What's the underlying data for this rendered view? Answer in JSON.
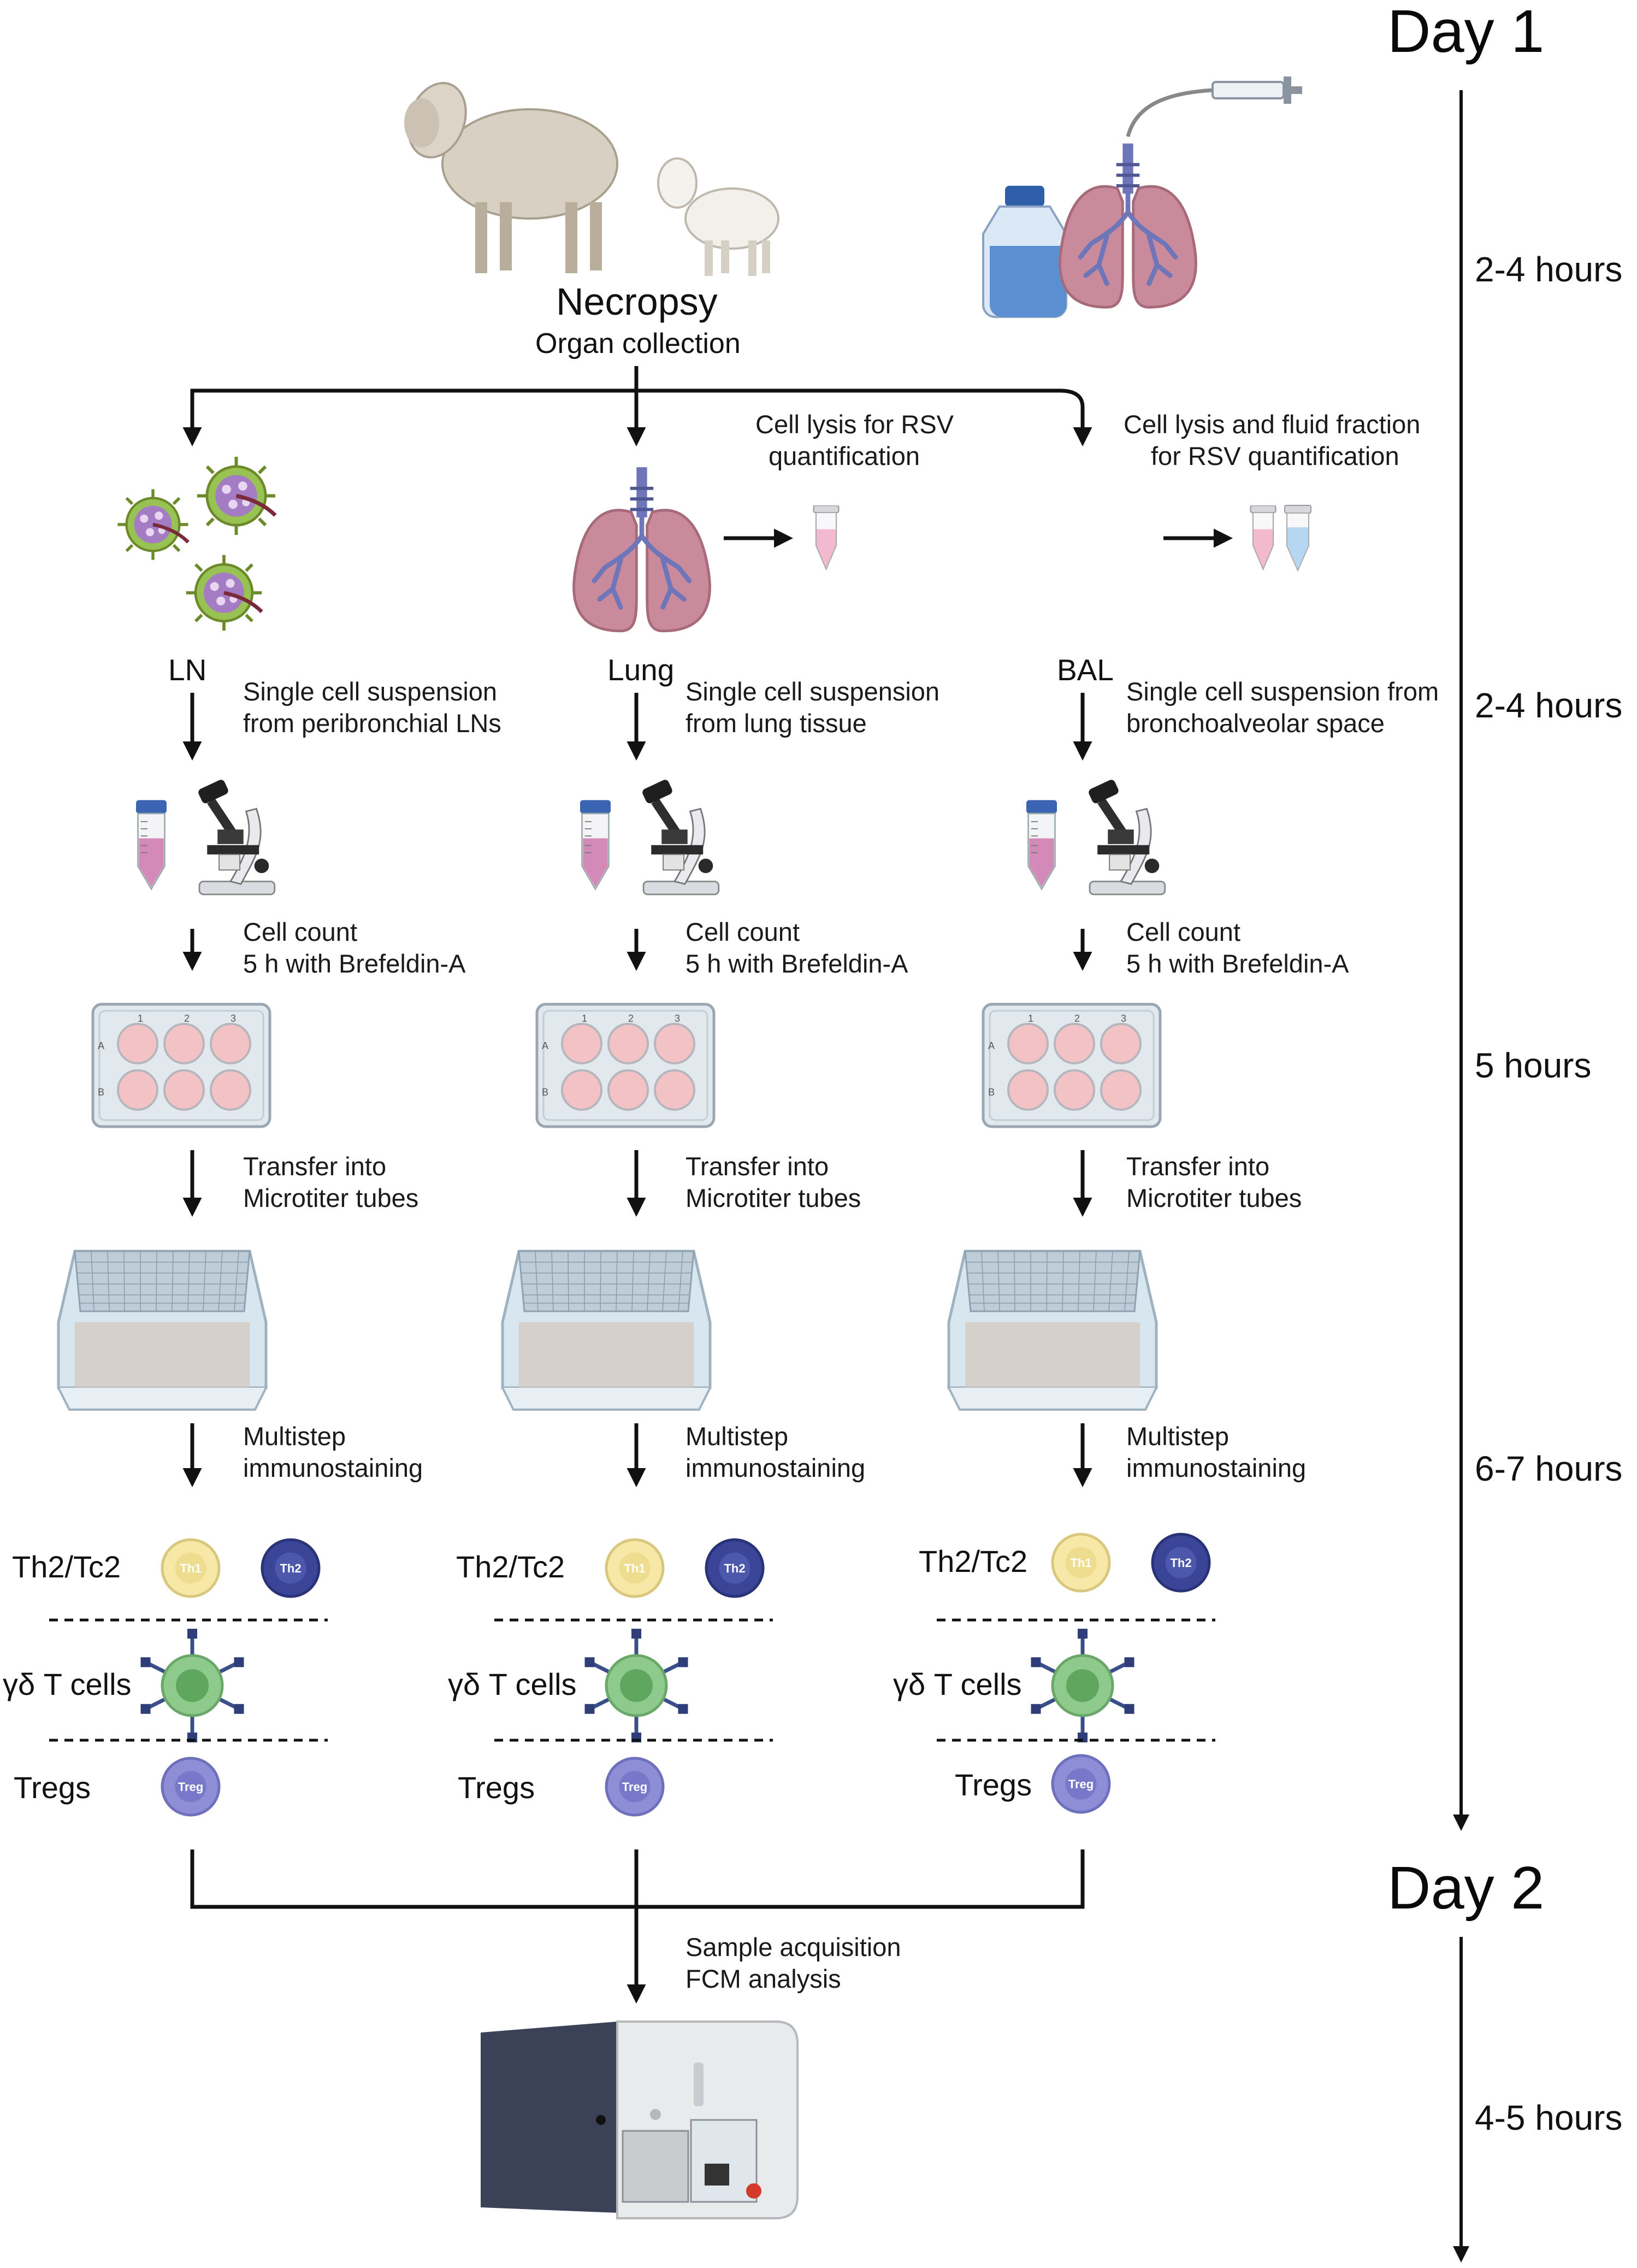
{
  "header": {
    "necropsy_title": "Necropsy",
    "necropsy_subtitle": "Organ collection"
  },
  "days": {
    "day1": "Day 1",
    "day2": "Day 2"
  },
  "timeline": [
    "2-4 hours",
    "2-4 hours",
    "5 hours",
    "6-7 hours",
    "4-5 hours"
  ],
  "rsv": {
    "lung_lysis": "Cell lysis for RSV quantification",
    "lung_lysis_l1": "Cell lysis for RSV",
    "lung_lysis_l2": "quantification",
    "bal_lysis_l1": "Cell lysis and fluid fraction",
    "bal_lysis_l2": "for RSV quantification"
  },
  "columns": [
    {
      "label": "LN",
      "suspension_l1": "Single cell suspension",
      "suspension_l2": "from peribronchial LNs",
      "count_l1": "Cell count",
      "count_l2": "5 h with Brefeldin-A",
      "transfer_l1": "Transfer into",
      "transfer_l2": "Microtiter tubes",
      "stain_l1": "Multistep",
      "stain_l2": "immunostaining",
      "cells": [
        "Th2/Tc2",
        "γδ T cells",
        "Tregs"
      ]
    },
    {
      "label": "Lung",
      "suspension_l1": "Single cell suspension",
      "suspension_l2": "from lung tissue",
      "count_l1": "Cell count",
      "count_l2": "5 h with Brefeldin-A",
      "transfer_l1": "Transfer into",
      "transfer_l2": "Microtiter tubes",
      "stain_l1": "Multistep",
      "stain_l2": "immunostaining",
      "cells": [
        "Th2/Tc2",
        "γδ T cells",
        "Tregs"
      ]
    },
    {
      "label": "BAL",
      "suspension_l1": "Single cell suspension from",
      "suspension_l2": "bronchoalveolar space",
      "count_l1": "Cell count",
      "count_l2": "5 h with Brefeldin-A",
      "transfer_l1": "Transfer into",
      "transfer_l2": "Microtiter tubes",
      "stain_l1": "Multistep",
      "stain_l2": "immunostaining",
      "cells": [
        "Th2/Tc2",
        "γδ T cells",
        "Tregs"
      ]
    }
  ],
  "cell_icons": {
    "th1": "Th1",
    "th2": "Th2",
    "treg": "Treg"
  },
  "plate_labels": {
    "cols": [
      "1",
      "2",
      "3"
    ],
    "rows": [
      "A",
      "B"
    ]
  },
  "acquisition": {
    "l1": "Sample acquisition",
    "l2": "FCM analysis"
  },
  "colors": {
    "lung_pink": "#c98a9b",
    "airway_blue": "#6e75b8",
    "th1_yellow": "#f7e8a8",
    "th2_navy": "#3a4597",
    "gd_green": "#8fca8d",
    "treg_purple": "#8d8ed6",
    "well_pink": "#f3c2c5"
  },
  "icons": [
    "sheep-icon",
    "lamb-icon",
    "bottle-icon",
    "lung-icon",
    "syringe-icon",
    "lymph-node-icon",
    "tube-icon",
    "microscope-icon",
    "plate-icon",
    "rack-icon",
    "cytometer-icon"
  ]
}
